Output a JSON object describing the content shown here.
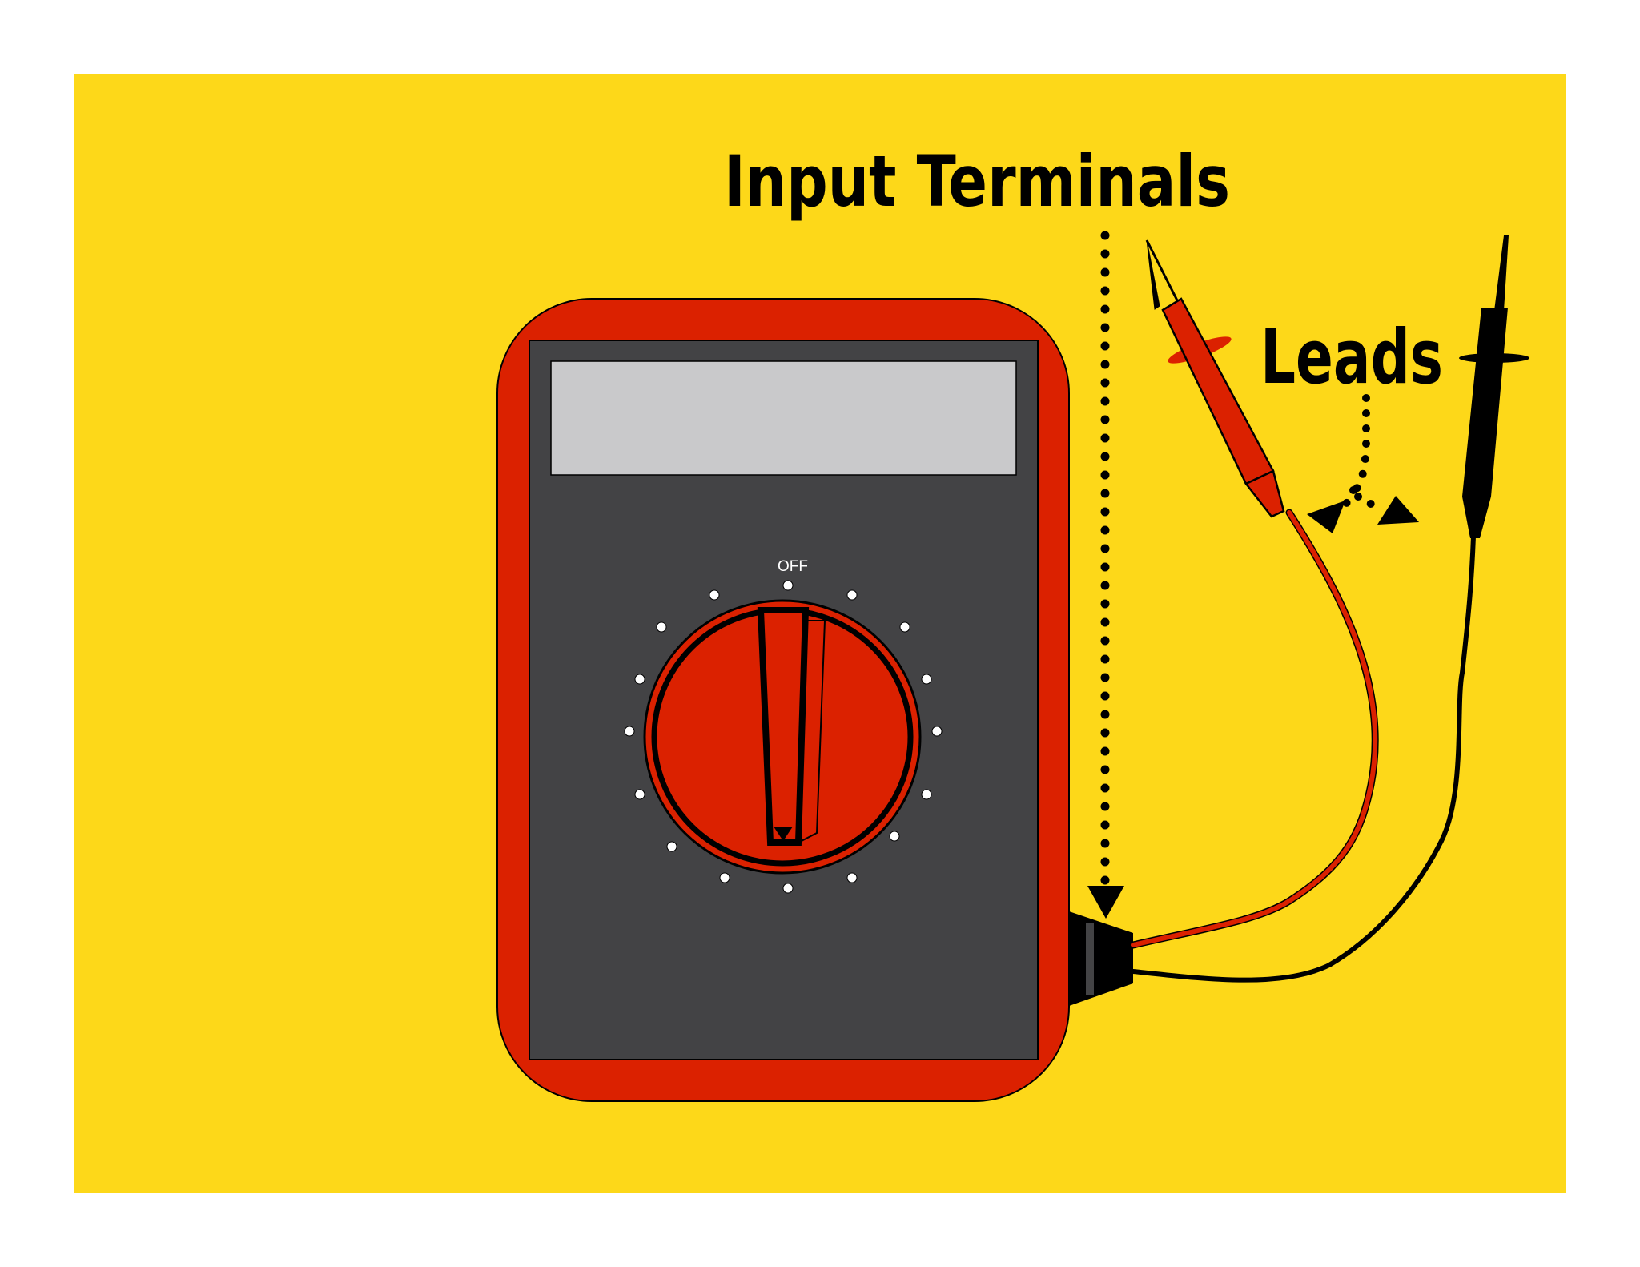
{
  "labels": {
    "input_terminals": "Input Terminals",
    "leads": "Leads",
    "dial_off": "OFF"
  },
  "colors": {
    "page_background": "#ffffff",
    "panel_background": "#fdd819",
    "meter_body": "#db2100",
    "meter_face": "#434345",
    "display": "#c9c9cb",
    "dial": "#db2100",
    "outline": "#000000",
    "red_lead": "#db2100",
    "black_lead": "#000000",
    "dial_dots": "#ffffff"
  },
  "icons": {
    "meter": "multimeter-icon",
    "dial": "rotary-dial-icon",
    "red_probe": "red-probe-icon",
    "black_probe": "black-probe-icon"
  }
}
